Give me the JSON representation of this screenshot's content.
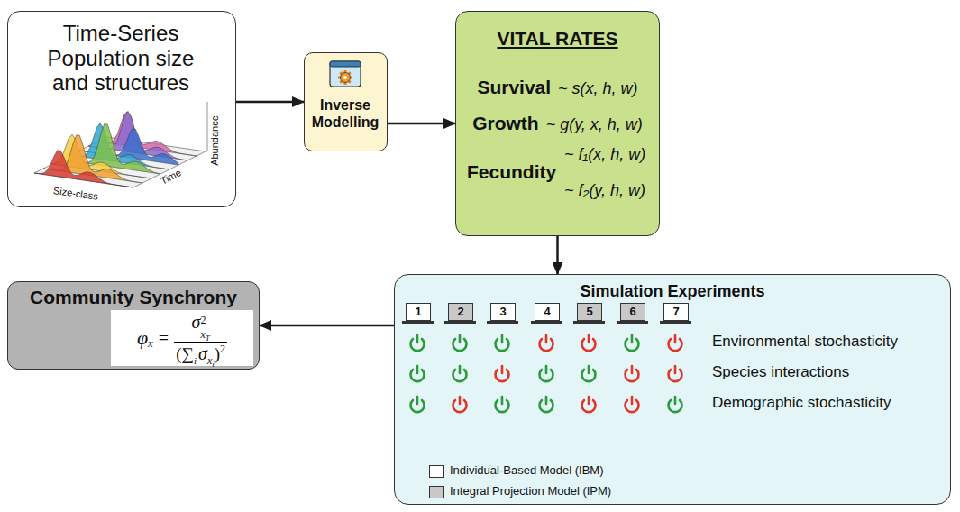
{
  "diagram": {
    "nodes": [
      {
        "text": [
          "Time-Series Population size and structures"
        ]
      },
      {
        "text": [
          "Inverse Modelling"
        ]
      },
      {
        "text": [
          "VITAL RATES",
          "Survival",
          "~ s(x, h, w)",
          "Growth",
          "~ g(y, x, h, w)",
          "Fecundity",
          "~ f₁(x, h, w)",
          "~ f₂(y, h, w)"
        ]
      },
      {
        "text": [
          "Simulation Experiments"
        ]
      },
      {
        "text": [
          "1"
        ],
        "in": 3
      },
      {
        "text": [
          "2"
        ],
        "in": 3
      },
      {
        "text": [
          "3"
        ],
        "in": 3
      },
      {
        "text": [
          "4"
        ],
        "in": 3
      },
      {
        "text": [
          "5"
        ],
        "in": 3
      },
      {
        "text": [
          "6"
        ],
        "in": 3
      },
      {
        "text": [
          "7"
        ],
        "in": 3
      },
      {
        "text": [
          "Community Synchrony"
        ]
      },
      {
        "text": [
          "φ",
          "x",
          "=",
          "σ",
          "2",
          "x",
          "T",
          "(∑",
          "i",
          "σ",
          "x",
          "i",
          ")",
          "2"
        ],
        "in": 11
      }
    ],
    "edges": [
      {
        "from": 0,
        "to": 1,
        "arrow": "to"
      },
      {
        "from": 1,
        "to": 2,
        "arrow": "to"
      },
      {
        "from": 2,
        "to": 3,
        "arrow": "to"
      },
      {
        "from": 3,
        "to": 11,
        "arrow": "to"
      }
    ],
    "labels": [
      "Size-class",
      "Time",
      "Abundance",
      "Environmental stochasticity",
      "Species interactions",
      "Demographic stochasticity"
    ],
    "legend": [
      {
        "text": "Individual-Based Model (IBM)",
        "color": "#ffffff"
      },
      {
        "text": "Integral Projection Model (IPM)",
        "color": "#c8c8c8"
      }
    ]
  }
}
